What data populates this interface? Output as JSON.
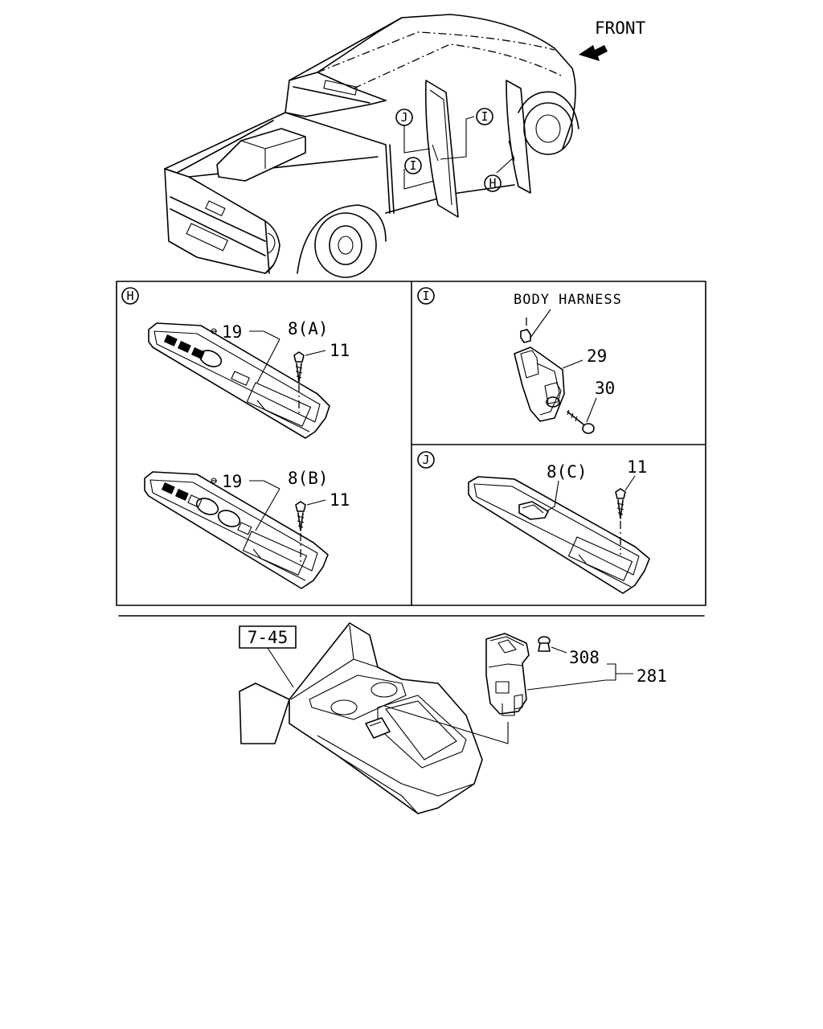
{
  "front_label": "FRONT",
  "callouts": {
    "J": "J",
    "I": "I",
    "H": "H"
  },
  "panel_h": {
    "letter": "H",
    "top": {
      "part_19": "19",
      "part_8": "8(A)",
      "part_11": "11"
    },
    "bottom": {
      "part_19": "19",
      "part_8": "8(B)",
      "part_11": "11"
    }
  },
  "panel_i": {
    "letter": "I",
    "harness": "BODY HARNESS",
    "part_29": "29",
    "part_30": "30"
  },
  "panel_j": {
    "letter": "J",
    "part_8": "8(C)",
    "part_11": "11"
  },
  "console": {
    "ref": "7-45",
    "part_308": "308",
    "part_281": "281"
  }
}
